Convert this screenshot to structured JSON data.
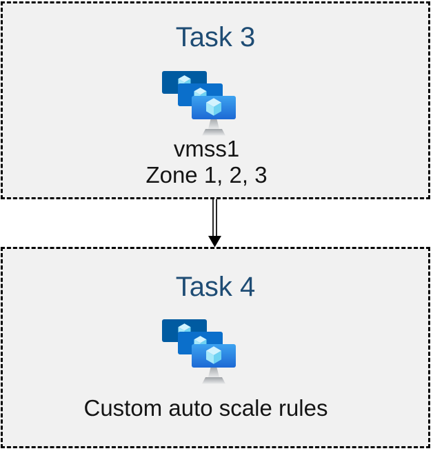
{
  "diagram": {
    "boxes": [
      {
        "title": "Task 3",
        "icon": "vm-scale-sets-icon",
        "captions": [
          "vmss1",
          "Zone 1, 2, 3"
        ]
      },
      {
        "title": "Task 4",
        "icon": "vm-scale-sets-icon",
        "captions": [
          "Custom auto scale rules"
        ]
      }
    ],
    "connector": {
      "type": "double-line-arrow",
      "direction": "down",
      "from": "Task 3",
      "to": "Task 4"
    }
  },
  "colors": {
    "page_bg": "#FFFFFF",
    "box_bg": "#F1F1F1",
    "box_border": "#000000",
    "title_text": "#1E4C74",
    "caption_text": "#141414",
    "arrow": "#000000",
    "icon": {
      "monitor_back": "#005BA1",
      "monitor_middle": "#0B6FCB",
      "monitor_front_top": "#3DA3F0",
      "monitor_front_bottom": "#1D69D4",
      "cube_top": "#D2F3FE",
      "cube_left": "#A5E8FA",
      "cube_right": "#6FD3F2",
      "stand_top": "#9FA3A7",
      "stand_bottom": "#E8E9EA"
    }
  }
}
